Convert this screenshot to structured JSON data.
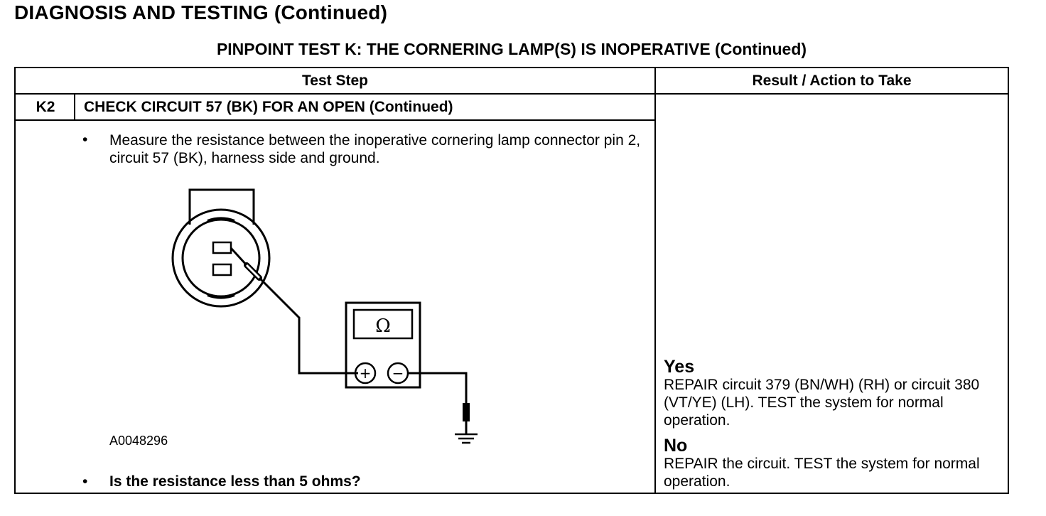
{
  "header": {
    "title": "DIAGNOSIS AND TESTING (Continued)",
    "subtitle": "PINPOINT TEST K: THE CORNERING LAMP(S) IS INOPERATIVE (Continued)"
  },
  "table": {
    "col_test_step": "Test Step",
    "col_result": "Result / Action to Take",
    "step": {
      "id": "K2",
      "title": "CHECK CIRCUIT 57 (BK) FOR AN OPEN (Continued)",
      "bullet_symbol": "•",
      "instruction": "Measure the resistance between the inoperative cornering lamp connector pin 2, circuit 57 (BK), harness side and ground.",
      "figure_id": "A0048296",
      "question": "Is the resistance less than 5 ohms?"
    },
    "meter_symbols": {
      "ohm": "Ω",
      "plus": "+",
      "minus": "−"
    },
    "results": [
      {
        "label": "Yes",
        "action": "REPAIR circuit 379 (BN/WH) (RH) or circuit 380 (VT/YE) (LH). TEST the system for normal operation."
      },
      {
        "label": "No",
        "action": "REPAIR the circuit. TEST the system for normal operation."
      }
    ]
  }
}
